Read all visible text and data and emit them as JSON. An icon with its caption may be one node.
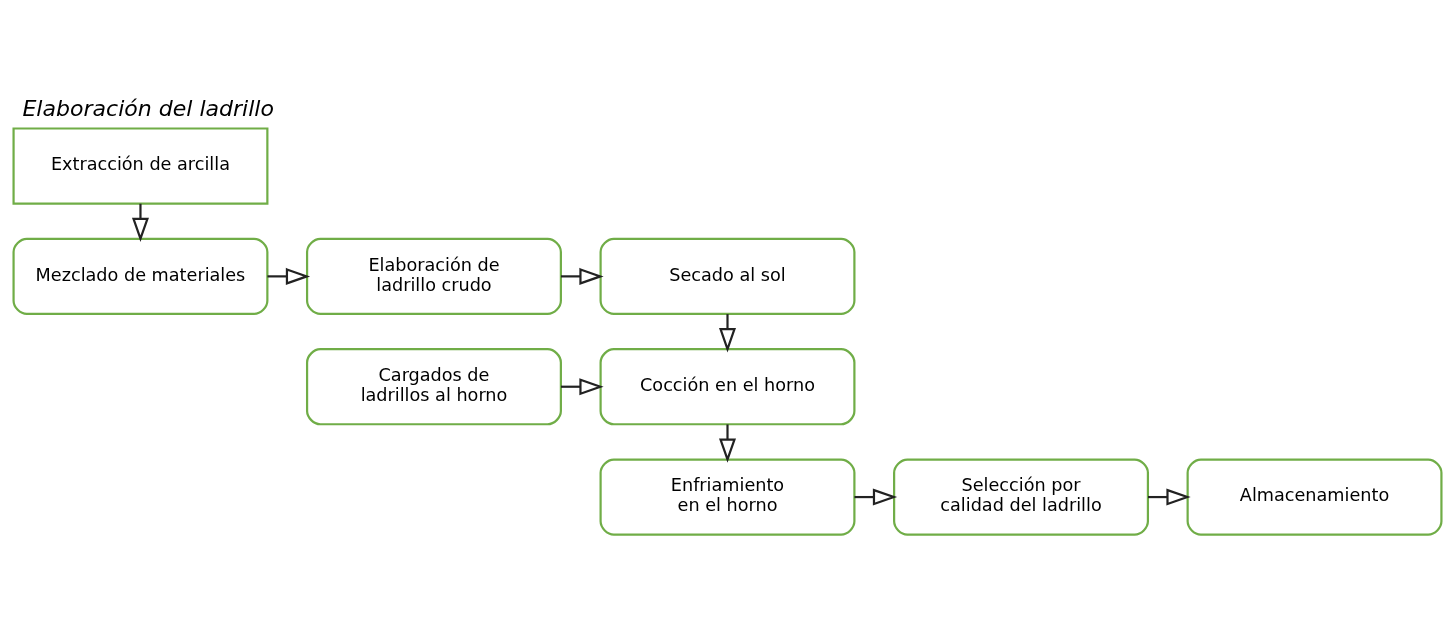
{
  "diagram": {
    "title": "Elaboración del ladrillo",
    "nodes": [
      {
        "text": [
          "Extracción de arcilla"
        ]
      },
      {
        "text": [
          "Mezclado de materiales"
        ]
      },
      {
        "text": [
          "Elaboración de ladrillo crudo"
        ]
      },
      {
        "text": [
          "Secado al sol"
        ]
      },
      {
        "text": [
          "Cargados de ladrillos al horno"
        ]
      },
      {
        "text": [
          "Cocción en el horno"
        ]
      },
      {
        "text": [
          "Enfriamiento en el horno"
        ]
      },
      {
        "text": [
          "Selección por calidad del ladrillo"
        ]
      },
      {
        "text": [
          "Almacenamiento"
        ]
      }
    ],
    "edges": [
      {
        "from": 0,
        "to": 1,
        "arrow": "to"
      },
      {
        "from": 1,
        "to": 2,
        "arrow": "to"
      },
      {
        "from": 2,
        "to": 3,
        "arrow": "to"
      },
      {
        "from": 3,
        "to": 5,
        "arrow": "to"
      },
      {
        "from": 4,
        "to": 5,
        "arrow": "to"
      },
      {
        "from": 5,
        "to": 6,
        "arrow": "to"
      },
      {
        "from": 6,
        "to": 7,
        "arrow": "to"
      },
      {
        "from": 7,
        "to": 8,
        "arrow": "to"
      }
    ]
  }
}
